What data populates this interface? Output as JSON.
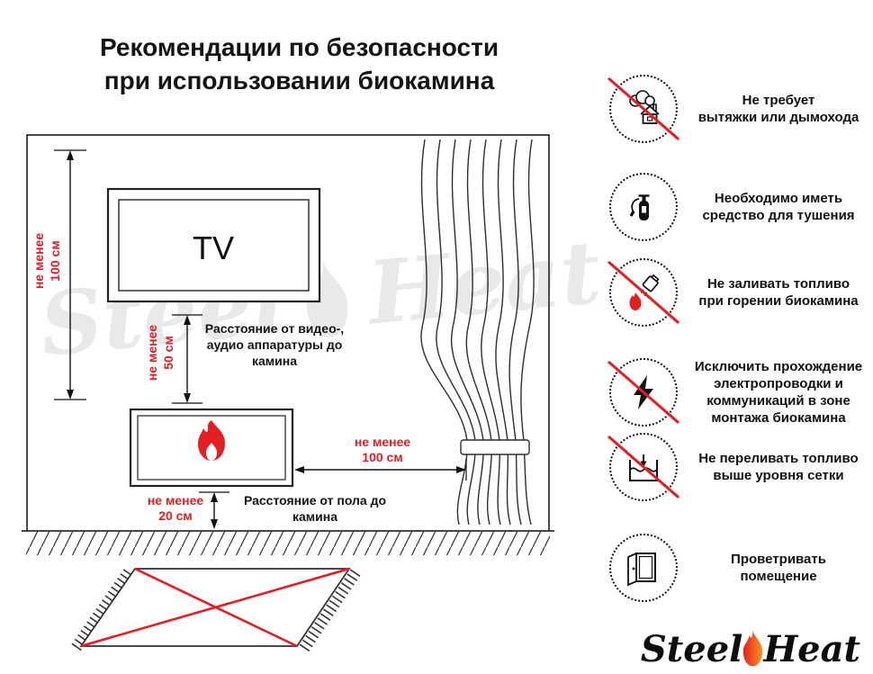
{
  "title": {
    "line1": "Рекомендации по безопасности",
    "line2": "при использовании биокамина"
  },
  "diagram": {
    "tv_label": "TV",
    "dim_wall_height": {
      "line1": "не менее",
      "line2": "100 см"
    },
    "dim_tv_gap": {
      "line1": "не менее",
      "line2": "50 см"
    },
    "note_av": {
      "line1": "Расстояние от видео-,",
      "line2": "аудио аппаратуры до",
      "line3": "камина"
    },
    "dim_curtain": {
      "line1": "не менее",
      "line2": "100 см"
    },
    "dim_floor": {
      "line1": "не менее",
      "line2": "20 см"
    },
    "note_floor": {
      "line1": "Расстояние от пола до",
      "line2": "камина"
    }
  },
  "watermark": {
    "word1": "Steel",
    "word2": "Heat"
  },
  "rules": [
    {
      "icon": "no-chimney-icon",
      "crossed": true,
      "lines": [
        "Не требует",
        "вытяжки или дымохода"
      ]
    },
    {
      "icon": "extinguisher-icon",
      "crossed": false,
      "lines": [
        "Необходимо иметь",
        "средство для тушения"
      ]
    },
    {
      "icon": "no-refuel-while-burning-icon",
      "crossed": true,
      "lines": [
        "Не заливать топливо",
        "при горении биокамина"
      ]
    },
    {
      "icon": "no-wiring-icon",
      "crossed": true,
      "lines": [
        "Исключить прохождение",
        "электропроводки и",
        "коммуникаций в зоне",
        "монтажа биокамина"
      ]
    },
    {
      "icon": "no-overfill-icon",
      "crossed": true,
      "lines": [
        "Не переливать топливо",
        "выше уровня сетки"
      ]
    },
    {
      "icon": "ventilate-icon",
      "crossed": false,
      "lines": [
        "Проветривать",
        "помещение"
      ]
    }
  ],
  "logo": {
    "word1": "Steel",
    "word2": "Heat"
  },
  "colors": {
    "accent_red": "#e31e24",
    "flame_orange": "#f7941d",
    "ink": "#111111"
  }
}
